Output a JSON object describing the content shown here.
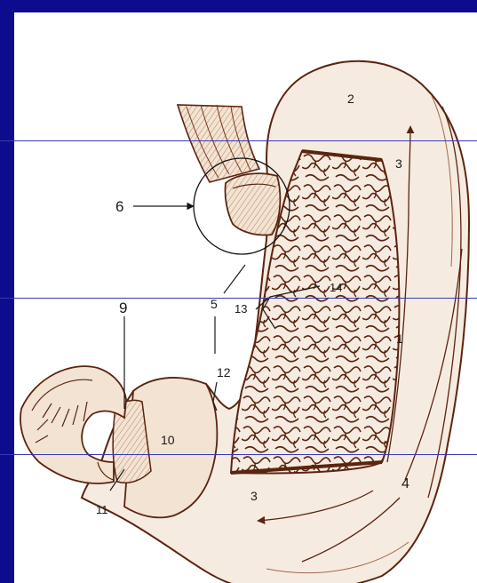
{
  "labels": {
    "l1": "1",
    "l2": "2",
    "l3a": "3",
    "l3b": "3",
    "l4": "4",
    "l5": "5",
    "l6": "6",
    "l9": "9",
    "l10": "10",
    "l11": "11",
    "l12": "12",
    "l13": "13",
    "l14": "14"
  },
  "colors": {
    "frame": "#0c0c8c",
    "panel": "#ffffff",
    "ink": "#5a2410",
    "flesh": "#f3e3d2",
    "mucosa": "#d9b79c",
    "guide": "#3a3ab8"
  }
}
